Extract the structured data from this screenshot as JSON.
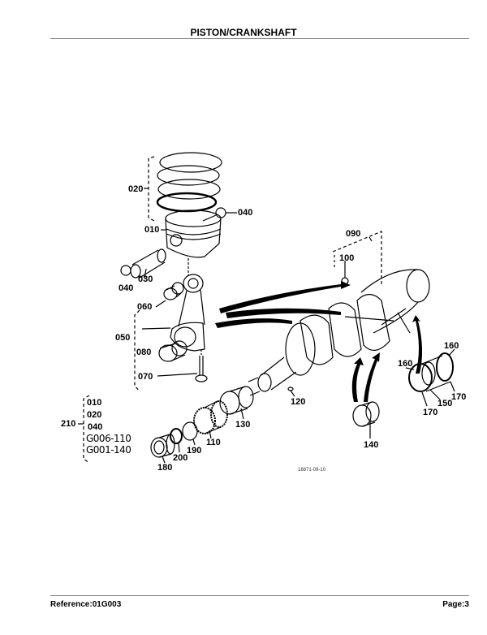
{
  "header": {
    "title": "PISTON/CRANKSHAFT"
  },
  "diagram": {
    "callouts": {
      "c020": "020",
      "c040a": "040",
      "c010": "010",
      "c030": "030",
      "c040b": "040",
      "c060": "060",
      "c050": "050",
      "c080": "080",
      "c070": "070",
      "c090": "090",
      "c100": "100",
      "c120": "120",
      "c130": "130",
      "c110": "110",
      "c190": "190",
      "c200": "200",
      "c180": "180",
      "c140": "140",
      "c160a": "160",
      "c160b": "160",
      "c150": "150",
      "c170a": "170",
      "c170b": "170"
    },
    "kit": {
      "number": "210",
      "items": [
        "010",
        "020",
        "040",
        "G006-110",
        "G001-140"
      ]
    },
    "drawing_code": "16871-09-10"
  },
  "footer": {
    "reference": "Reference:01G003",
    "page": "Page:3"
  }
}
